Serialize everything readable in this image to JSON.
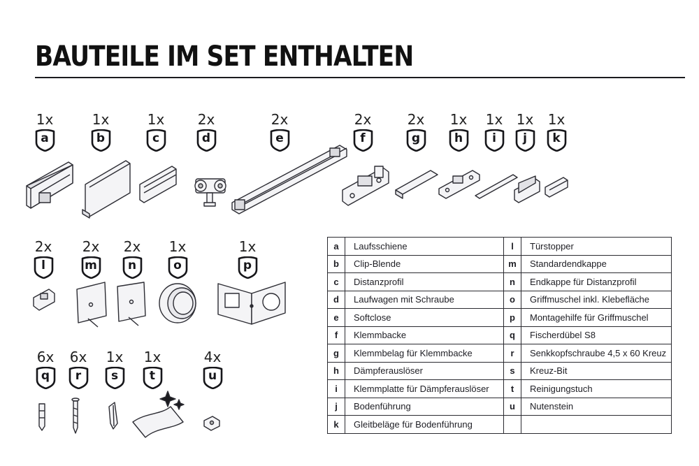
{
  "title": "BAUTEILE IM SET ENTHALTEN",
  "parts": [
    {
      "key": "a",
      "qty": "1x"
    },
    {
      "key": "b",
      "qty": "1x"
    },
    {
      "key": "c",
      "qty": "1x"
    },
    {
      "key": "d",
      "qty": "2x"
    },
    {
      "key": "e",
      "qty": "2x"
    },
    {
      "key": "f",
      "qty": "2x"
    },
    {
      "key": "g",
      "qty": "2x"
    },
    {
      "key": "h",
      "qty": "1x"
    },
    {
      "key": "i",
      "qty": "1x"
    },
    {
      "key": "j",
      "qty": "1x"
    },
    {
      "key": "k",
      "qty": "1x"
    },
    {
      "key": "l",
      "qty": "2x"
    },
    {
      "key": "m",
      "qty": "2x"
    },
    {
      "key": "n",
      "qty": "2x"
    },
    {
      "key": "o",
      "qty": "1x"
    },
    {
      "key": "p",
      "qty": "1x"
    },
    {
      "key": "q",
      "qty": "6x"
    },
    {
      "key": "r",
      "qty": "6x"
    },
    {
      "key": "s",
      "qty": "1x"
    },
    {
      "key": "t",
      "qty": "1x"
    },
    {
      "key": "u",
      "qty": "4x"
    }
  ],
  "legend": [
    {
      "k1": "a",
      "v1": "Laufsschiene",
      "k2": "l",
      "v2": "Türstopper"
    },
    {
      "k1": "b",
      "v1": "Clip-Blende",
      "k2": "m",
      "v2": "Standardendkappe"
    },
    {
      "k1": "c",
      "v1": "Distanzprofil",
      "k2": "n",
      "v2": "Endkappe für Distanzprofil"
    },
    {
      "k1": "d",
      "v1": "Laufwagen mit Schraube",
      "k2": "o",
      "v2": "Griffmuschel inkl. Klebefläche"
    },
    {
      "k1": "e",
      "v1": "Softclose",
      "k2": "p",
      "v2": "Montagehilfe für Griffmuschel"
    },
    {
      "k1": "f",
      "v1": "Klemmbacke",
      "k2": "q",
      "v2": "Fischerdübel S8"
    },
    {
      "k1": "g",
      "v1": "Klemmbelag für Klemmbacke",
      "k2": "r",
      "v2": "Senkkopfschraube 4,5 x 60 Kreuz"
    },
    {
      "k1": "h",
      "v1": "Dämpferauslöser",
      "k2": "s",
      "v2": "Kreuz-Bit"
    },
    {
      "k1": "i",
      "v1": "Klemmplatte für Dämpferauslöser",
      "k2": "t",
      "v2": "Reinigungstuch"
    },
    {
      "k1": "j",
      "v1": "Bodenführung",
      "k2": "u",
      "v2": "Nutenstein"
    },
    {
      "k1": "k",
      "v1": "Gleitbeläge für Bodenführung",
      "k2": "",
      "v2": ""
    }
  ]
}
